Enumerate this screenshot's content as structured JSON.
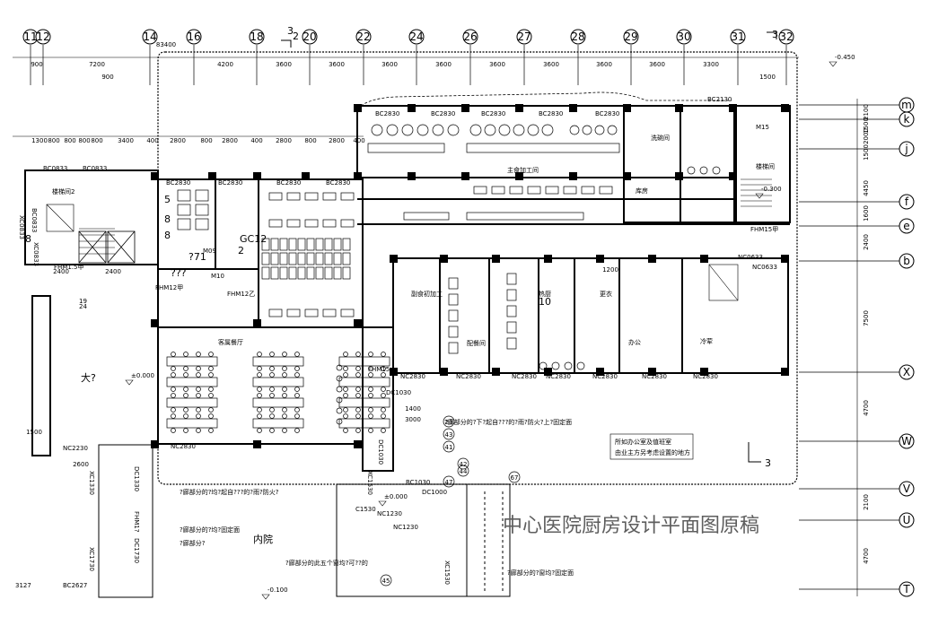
{
  "title": "中心医院厨房设计平面图原稿",
  "grid": {
    "top": [
      "11",
      "12",
      "14",
      "16",
      "18",
      "20",
      "22",
      "24",
      "26",
      "27",
      "28",
      "29",
      "30",
      "31",
      "32"
    ],
    "top_extra": [
      "2",
      "3"
    ],
    "right": [
      "m",
      "k",
      "j",
      "f",
      "e",
      "b",
      "X",
      "W",
      "V",
      "U",
      "T"
    ]
  },
  "dimensions": {
    "overall": "83400",
    "top_row": [
      "900",
      "7200",
      "4200",
      "3600",
      "3600",
      "3600",
      "3600",
      "3600",
      "3600",
      "3600",
      "3600",
      "3300"
    ],
    "second_row": [
      "1300",
      "800",
      "800",
      "800",
      "800",
      "3400",
      "400",
      "2800",
      "800",
      "2800",
      "400",
      "2800",
      "800",
      "2800",
      "400"
    ],
    "right_col": [
      "2100",
      "1500",
      "2000",
      "1500",
      "4450",
      "1600",
      "2400",
      "7500",
      "4700",
      "2100",
      "4700"
    ],
    "misc": [
      "2400",
      "2400",
      "1400",
      "3000",
      "2600",
      "1500",
      "900",
      "1500",
      "1200"
    ]
  },
  "levels": [
    "-0.450",
    "±0.000",
    "-0.300",
    "±0.000",
    "-0.100"
  ],
  "doors": [
    "BC0833",
    "BC0833",
    "BC0833",
    "BC2830",
    "BC2830",
    "BC2830",
    "BC2830",
    "BC2830",
    "BC2830",
    "BC2830",
    "BC2830",
    "BC2830",
    "BC2130",
    "NC2830",
    "NC2830",
    "NC2830",
    "NC2830",
    "NC2830",
    "NC2830",
    "NC2830",
    "NC2830",
    "NC2230",
    "NC0633",
    "NC0633",
    "FHM15",
    "FHM15甲",
    "FHM12甲",
    "FHM12乙",
    "FHM1.5甲",
    "M15",
    "M09",
    "M10",
    "XC0833",
    "XC0833",
    "DC1030",
    "DC1030",
    "DC1330",
    "XC1330",
    "XC1730",
    "DC1730",
    "FHM1?",
    "NC1230",
    "NC1230",
    "BC1030",
    "DC1000",
    "XC1530",
    "XC1530",
    "C1530",
    "BC2627",
    "3127"
  ],
  "rooms": [
    "楼梯间2",
    "大?",
    "客属餐厅",
    "楼梯间",
    "内院",
    "主食加工间",
    "副食初加工",
    "配餐间",
    "热厨",
    "冷荤",
    "洗碗间",
    "库房",
    "更衣",
    "办公"
  ],
  "notes": [
    "?廊部分的?下?起自???的?雨?防火?上?固定面",
    "?廊部分的?均?起自???的?雨?防火?",
    "?廊部分的?均?固定面",
    "?廊部分的此五个窗均?可??的",
    "?廊部分的?窗均?固定面",
    "所如办公室及值班室",
    "由业主方另考虑设置的地方",
    "?廊部分?"
  ],
  "small_labels": [
    "5",
    "8",
    "8",
    "8",
    "23",
    "43",
    "41",
    "42",
    "44",
    "45",
    "67",
    "47",
    "19",
    "24",
    "10",
    "?71",
    "???",
    "GC12",
    "2",
    "3"
  ]
}
